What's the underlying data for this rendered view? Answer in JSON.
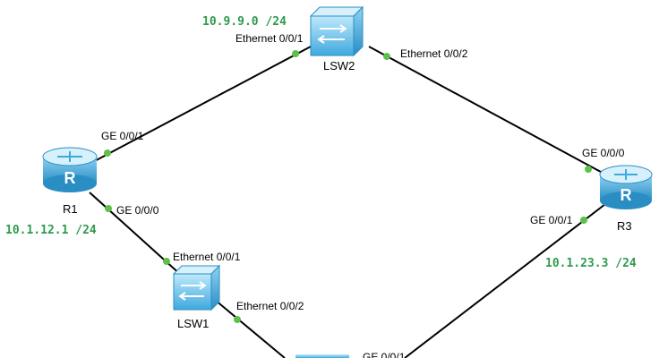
{
  "devices": {
    "r1": {
      "label": "R1"
    },
    "r3": {
      "label": "R3"
    },
    "lsw1": {
      "label": "LSW1"
    },
    "lsw2": {
      "label": "LSW2"
    },
    "router_glyph": "R"
  },
  "ports": {
    "r1_ge001": "GE 0/0/1",
    "r1_ge000": "GE 0/0/0",
    "lsw2_e001": "Ethernet 0/0/1",
    "lsw2_e002": "Ethernet 0/0/2",
    "lsw1_e001": "Ethernet 0/0/1",
    "lsw1_e002": "Ethernet 0/0/2",
    "r3_ge000": "GE 0/0/0",
    "r3_ge001": "GE 0/0/1",
    "bottom_ge001": "GE 0/0/1"
  },
  "networks": {
    "net_top": "10.9.9.0 /24",
    "net_left": "10.1.12.1 /24",
    "net_right": "10.1.23.3 /24"
  },
  "colors": {
    "device_blue": "#4fb8e8",
    "port_dot": "#5cc04a",
    "network_label": "#2e9a4e",
    "link": "#000000"
  }
}
